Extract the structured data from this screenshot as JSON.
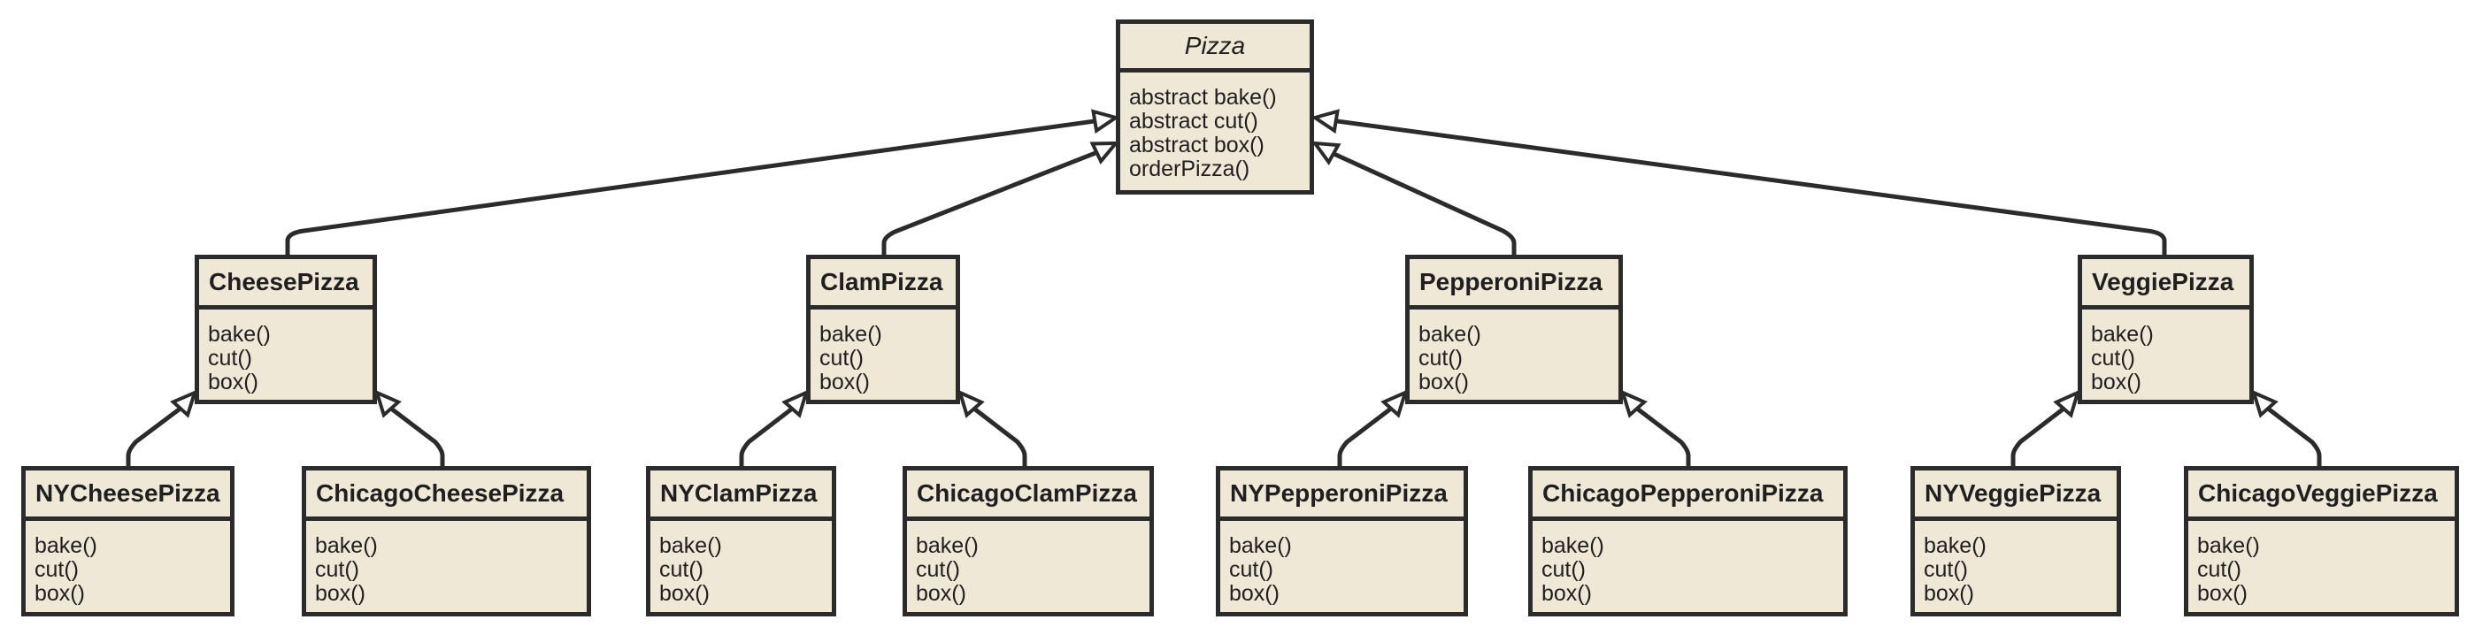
{
  "classes": {
    "pizza": {
      "name": "Pizza",
      "methods": [
        "abstract bake()",
        "abstract cut()",
        "abstract box()",
        "orderPizza()"
      ]
    },
    "cheese": {
      "name": "CheesePizza",
      "methods": [
        "bake()",
        "cut()",
        "box()"
      ]
    },
    "clam": {
      "name": "ClamPizza",
      "methods": [
        "bake()",
        "cut()",
        "box()"
      ]
    },
    "pepperoni": {
      "name": "PepperoniPizza",
      "methods": [
        "bake()",
        "cut()",
        "box()"
      ]
    },
    "veggie": {
      "name": "VeggiePizza",
      "methods": [
        "bake()",
        "cut()",
        "box()"
      ]
    },
    "ny_cheese": {
      "name": "NYCheesePizza",
      "methods": [
        "bake()",
        "cut()",
        "box()"
      ]
    },
    "chicago_cheese": {
      "name": "ChicagoCheesePizza",
      "methods": [
        "bake()",
        "cut()",
        "box()"
      ]
    },
    "ny_clam": {
      "name": "NYClamPizza",
      "methods": [
        "bake()",
        "cut()",
        "box()"
      ]
    },
    "chicago_clam": {
      "name": "ChicagoClamPizza",
      "methods": [
        "bake()",
        "cut()",
        "box()"
      ]
    },
    "ny_pepperoni": {
      "name": "NYPepperoniPizza",
      "methods": [
        "bake()",
        "cut()",
        "box()"
      ]
    },
    "chicago_pepperoni": {
      "name": "ChicagoPepperoniPizza",
      "methods": [
        "bake()",
        "cut()",
        "box()"
      ]
    },
    "ny_veggie": {
      "name": "NYVeggiePizza",
      "methods": [
        "bake()",
        "cut()",
        "box()"
      ]
    },
    "chicago_veggie": {
      "name": "ChicagoVeggiePizza",
      "methods": [
        "bake()",
        "cut()",
        "box()"
      ]
    }
  },
  "inheritance": [
    {
      "child": "cheese",
      "parent": "pizza"
    },
    {
      "child": "clam",
      "parent": "pizza"
    },
    {
      "child": "pepperoni",
      "parent": "pizza"
    },
    {
      "child": "veggie",
      "parent": "pizza"
    },
    {
      "child": "ny_cheese",
      "parent": "cheese"
    },
    {
      "child": "chicago_cheese",
      "parent": "cheese"
    },
    {
      "child": "ny_clam",
      "parent": "clam"
    },
    {
      "child": "chicago_clam",
      "parent": "clam"
    },
    {
      "child": "ny_pepperoni",
      "parent": "pepperoni"
    },
    {
      "child": "chicago_pepperoni",
      "parent": "pepperoni"
    },
    {
      "child": "ny_veggie",
      "parent": "veggie"
    },
    {
      "child": "chicago_veggie",
      "parent": "veggie"
    }
  ],
  "colors": {
    "box_fill": "#efe8d7",
    "outline": "#2b2b2b",
    "text": "#1f1f1f",
    "arrowhead_fill": "#ffffff"
  }
}
